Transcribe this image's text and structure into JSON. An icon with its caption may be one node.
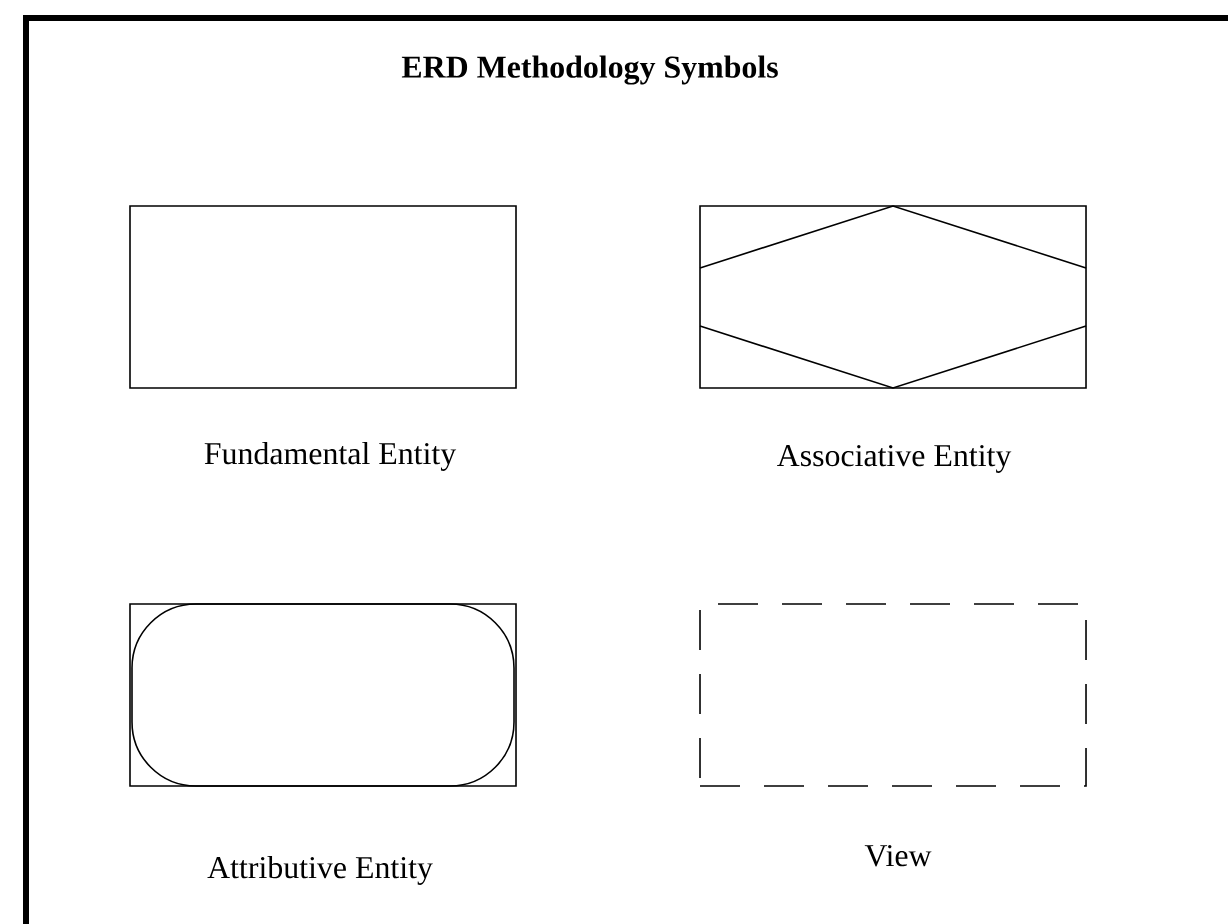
{
  "diagram": {
    "title": "ERD Methodology Symbols",
    "nodes": [
      {
        "text": [],
        "shape": "box",
        "beside": [
          "Fundamental Entity"
        ]
      },
      {
        "text": [],
        "shape": "box",
        "beside": [
          "Associative Entity"
        ]
      },
      {
        "text": [],
        "shape": "box",
        "beside": [
          "Attributive Entity"
        ]
      },
      {
        "text": [],
        "shape": "box",
        "beside": [
          "View"
        ]
      }
    ]
  }
}
